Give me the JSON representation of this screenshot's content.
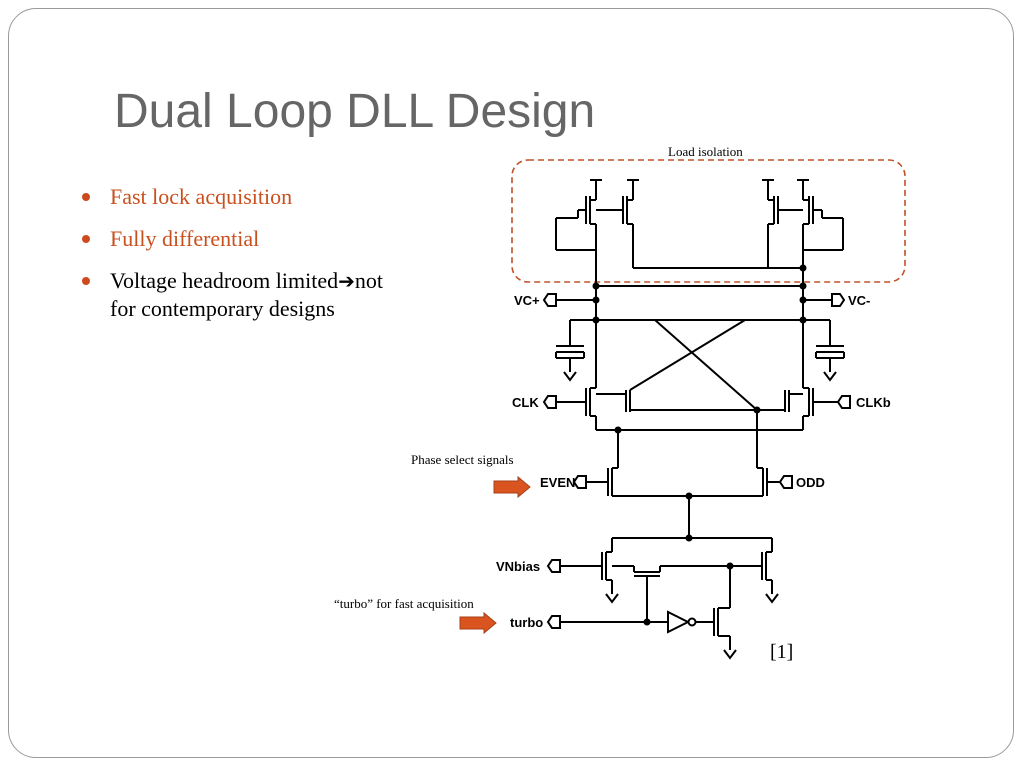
{
  "title": "Dual Loop DLL Design",
  "bullets": [
    {
      "text": "Fast lock acquisition",
      "style": "accent"
    },
    {
      "text": "Fully differential",
      "style": "accent"
    },
    {
      "text_before": "Voltage headroom limited",
      "arrow": "➔",
      "text_after": "not",
      "line2": "for contemporary designs",
      "style": "normal"
    }
  ],
  "annotations": {
    "load_isolation": "Load isolation",
    "phase_select": "Phase select signals",
    "turbo_note": "“turbo” for fast acquisition",
    "citation": "[1]"
  },
  "pins": {
    "vc_plus": "VC+",
    "vc_minus": "VC-",
    "clk": "CLK",
    "clkb": "CLKb",
    "even": "EVEN",
    "odd": "ODD",
    "vnbias": "VNbias",
    "turbo": "turbo"
  },
  "colors": {
    "title": "#666666",
    "accent": "#c8501f",
    "bullet_dot": "#cc4a1e",
    "dashed_box": "#c0502a",
    "arrow_fill": "#d9541e",
    "frame": "#9a9a9a"
  }
}
